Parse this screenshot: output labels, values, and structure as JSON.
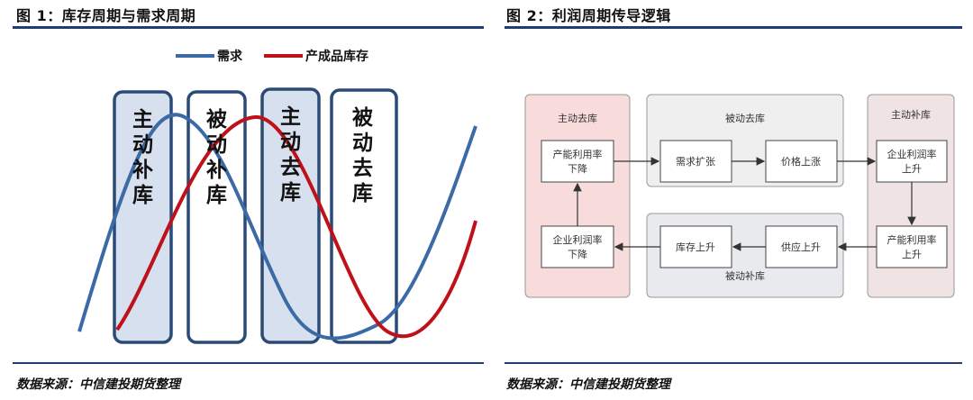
{
  "figure1": {
    "title": "图 1：库存周期与需求周期",
    "legend": {
      "demand": {
        "label": "需求",
        "color": "#3b6aa6"
      },
      "inventory": {
        "label": "产成品库存",
        "color": "#c0111b"
      }
    },
    "phases": [
      {
        "label": "主动补库",
        "chars": [
          "主",
          "动",
          "补",
          "库"
        ],
        "shaded": true
      },
      {
        "label": "被动补库",
        "chars": [
          "被",
          "动",
          "补",
          "库"
        ],
        "shaded": false
      },
      {
        "label": "主动去库",
        "chars": [
          "主",
          "动",
          "去",
          "库"
        ],
        "shaded": true
      },
      {
        "label": "被动去库",
        "chars": [
          "被",
          "动",
          "去",
          "库"
        ],
        "shaded": false
      }
    ],
    "source": "数据来源：中信建投期货整理"
  },
  "figure2": {
    "title": "图 2：利润周期传导逻辑",
    "groups": {
      "active_destock": "主动去库",
      "passive_destock": "被动去库",
      "active_restock": "主动补库",
      "passive_restock": "被动补库"
    },
    "nodes": {
      "capacity_down": [
        "产能利用率",
        "下降"
      ],
      "demand_expand": [
        "需求扩张"
      ],
      "price_up": [
        "价格上涨"
      ],
      "profit_up": [
        "企业利润率",
        "上升"
      ],
      "capacity_up": [
        "产能利用率",
        "上升"
      ],
      "supply_up": [
        "供应上升"
      ],
      "inventory_up": [
        "库存上升"
      ],
      "profit_down": [
        "企业利润率",
        "下降"
      ]
    },
    "source": "数据来源：中信建投期货整理"
  }
}
